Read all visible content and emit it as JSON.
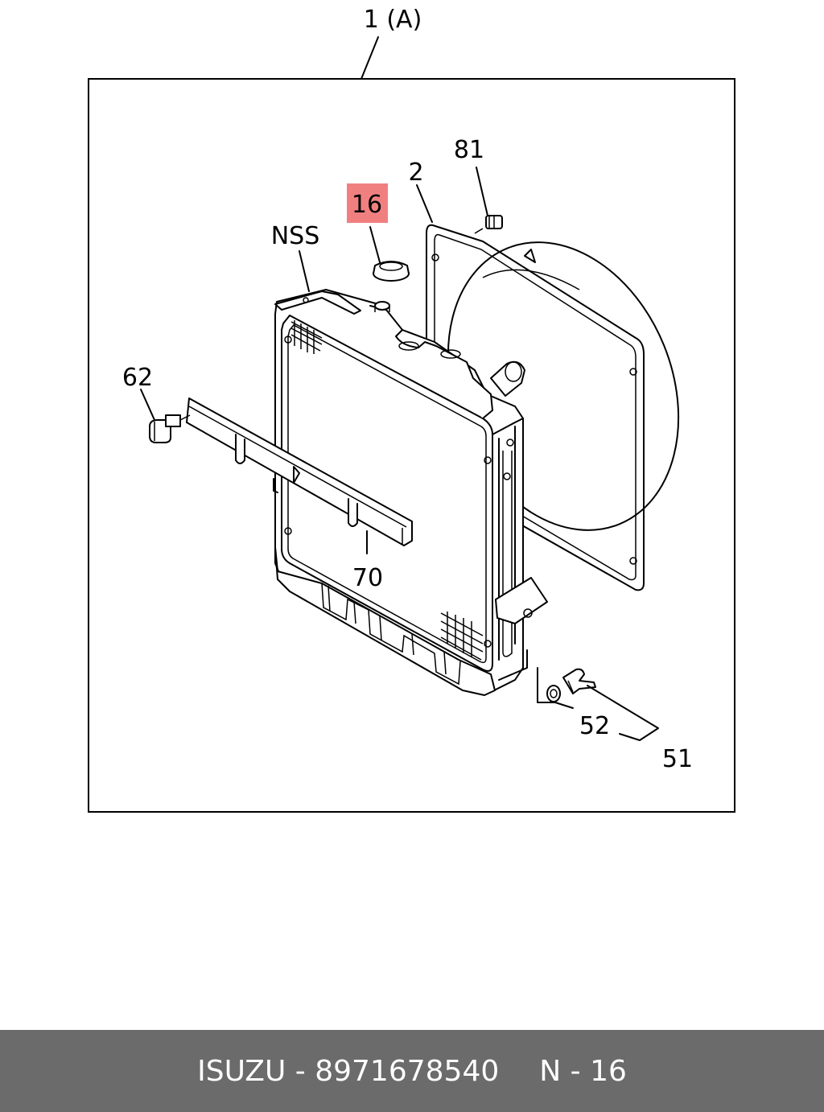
{
  "diagram": {
    "assembly_label": "1 (A)",
    "callouts": [
      {
        "id": "81",
        "text": "81",
        "highlighted": false
      },
      {
        "id": "2",
        "text": "2",
        "highlighted": false
      },
      {
        "id": "16",
        "text": "16",
        "highlighted": true
      },
      {
        "id": "nss",
        "text": "NSS",
        "highlighted": false
      },
      {
        "id": "62",
        "text": "62",
        "highlighted": false
      },
      {
        "id": "70",
        "text": "70",
        "highlighted": false
      },
      {
        "id": "52",
        "text": "52",
        "highlighted": false
      },
      {
        "id": "51",
        "text": "51",
        "highlighted": false
      }
    ],
    "highlight_color": "#f08080"
  },
  "footer": {
    "brand": "ISUZU",
    "separator": "-",
    "part_number": "8971678540",
    "ref": "N - 16",
    "background": "#6b6b6b"
  }
}
